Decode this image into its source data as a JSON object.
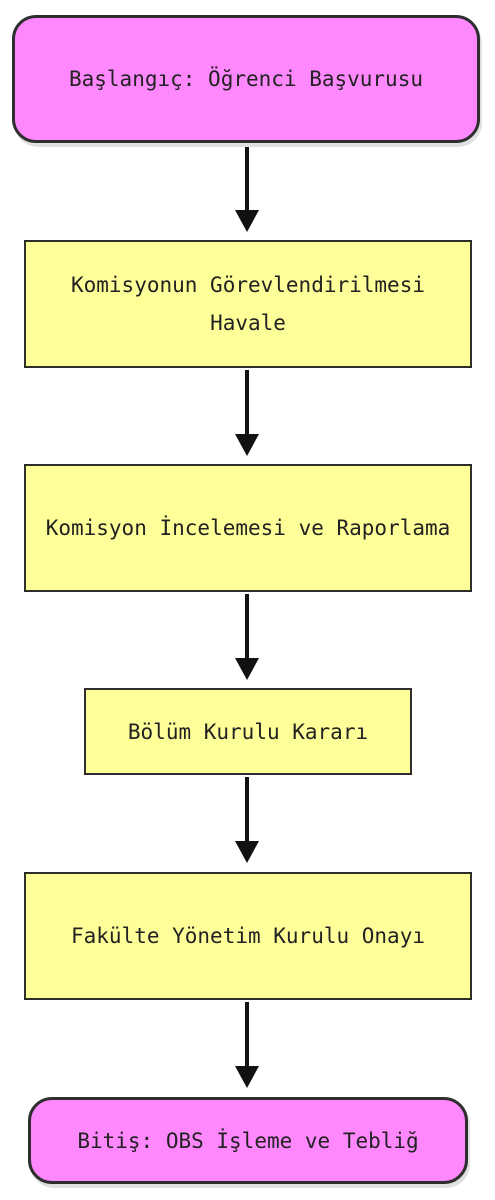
{
  "colors": {
    "terminal_fill": "#ff88ff",
    "process_fill": "#ffff99",
    "stroke": "#2e2e2e",
    "arrow": "#111111"
  },
  "flowchart": {
    "start": "Başlangıç: Öğrenci Başvurusu",
    "step1": "Komisyonun Görevlendirilmesi Havale",
    "step2": "Komisyon İncelemesi ve Raporlama",
    "step3": "Bölüm Kurulu Kararı",
    "step4": "Fakülte Yönetim Kurulu Onayı",
    "end": "Bitiş: OBS İşleme ve Tebliğ"
  }
}
